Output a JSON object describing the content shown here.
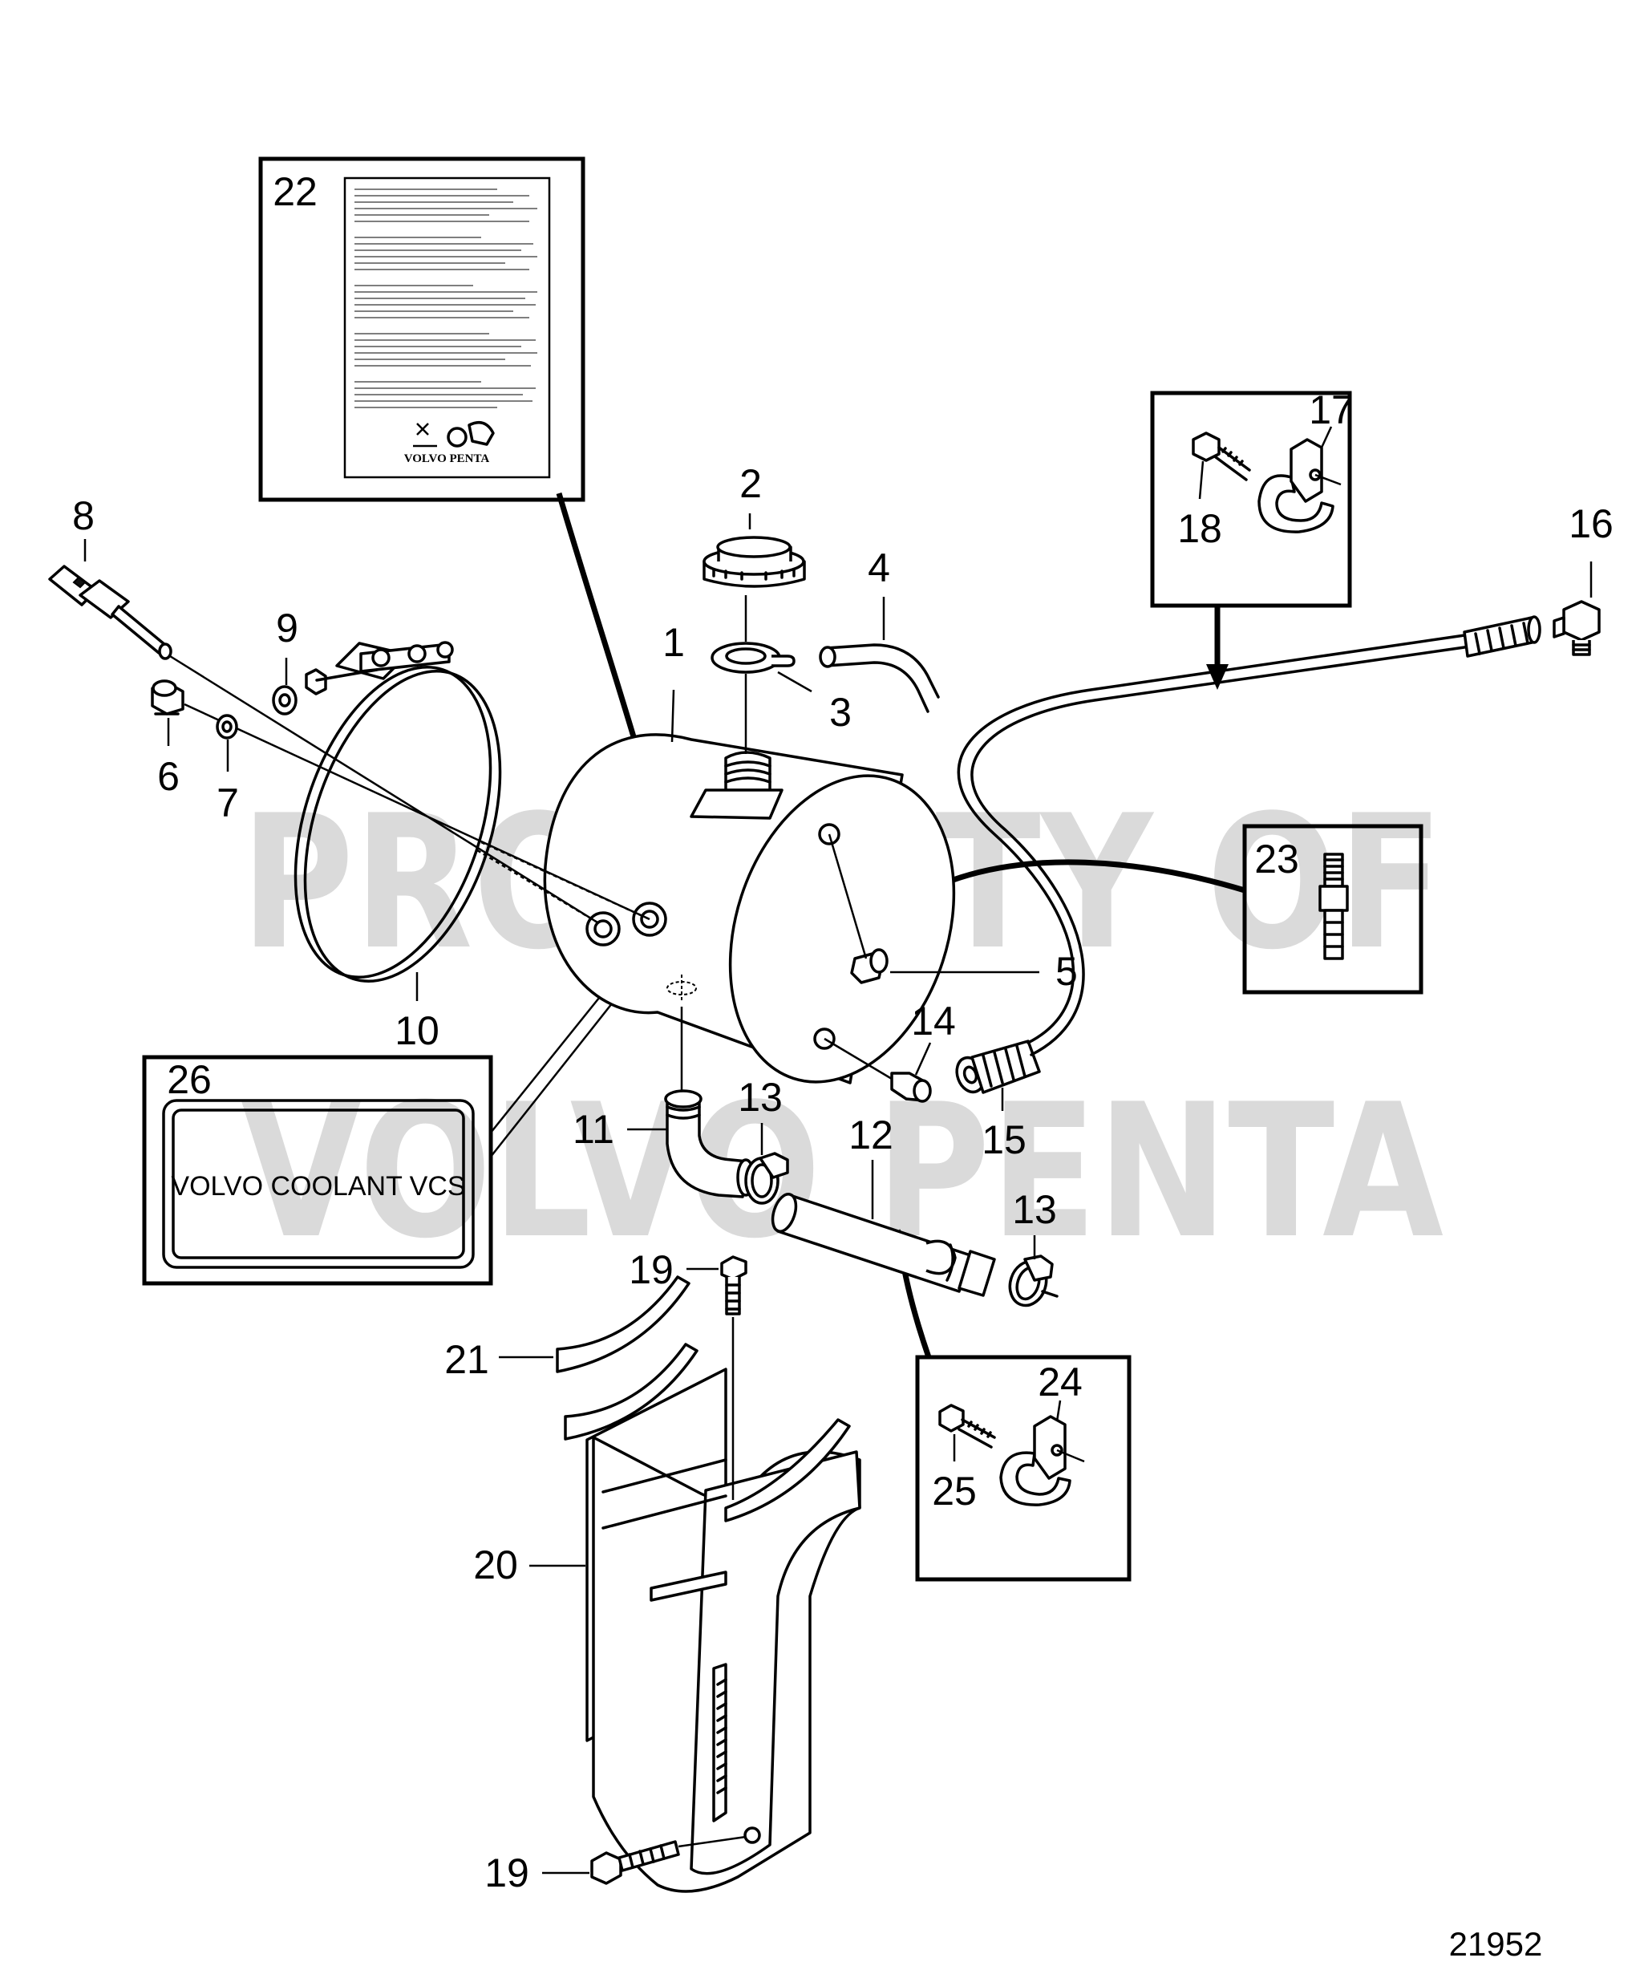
{
  "diagram": {
    "document_number": "21952",
    "watermark": {
      "line1": "PROPERTY OF",
      "line2": "VOLVO PENTA"
    },
    "sticker_text": "VOLVO COOLANT VCS",
    "instruction_sheet_brand": "VOLVO PENTA",
    "part_labels": {
      "p1": "1",
      "p2": "2",
      "p3": "3",
      "p4": "4",
      "p5": "5",
      "p6": "6",
      "p7": "7",
      "p8": "8",
      "p9": "9",
      "p10": "10",
      "p11": "11",
      "p12": "12",
      "p13a": "13",
      "p13b": "13",
      "p14": "14",
      "p15": "15",
      "p16": "16",
      "p17": "17",
      "p18": "18",
      "p19a": "19",
      "p19b": "19",
      "p20": "20",
      "p21": "21",
      "p22": "22",
      "p23": "23",
      "p24": "24",
      "p25": "25",
      "p26": "26"
    },
    "colors": {
      "line": "#000000",
      "background": "#ffffff",
      "watermark": "#bdbdbd"
    }
  }
}
